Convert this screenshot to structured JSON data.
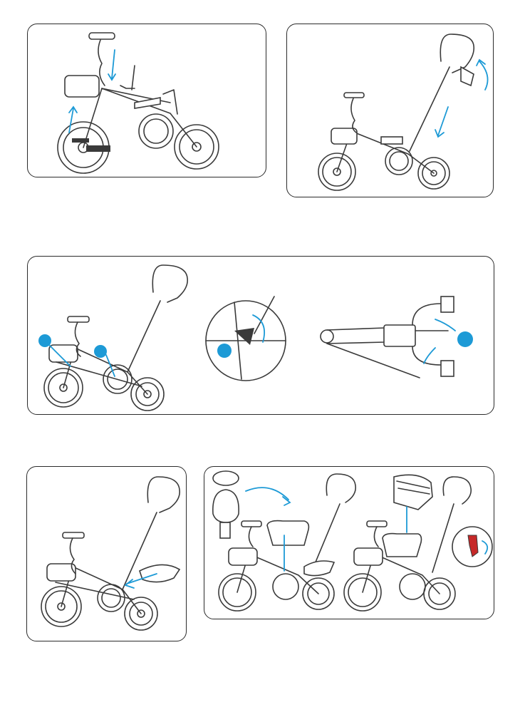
{
  "page": {
    "steps": [
      {
        "id": "step-handlebar-pedal",
        "label": ""
      },
      {
        "id": "step-push-handle",
        "label": ""
      },
      {
        "id": "step-handle-cable",
        "label": ""
      },
      {
        "id": "step-footrest-basket",
        "label": ""
      },
      {
        "id": "step-seat-canopy",
        "label": ""
      }
    ]
  },
  "colors": {
    "accent": "#1d9ad6",
    "line": "#3a3a3a",
    "lock": "#c62828"
  },
  "icons": [
    "arrow-icon",
    "rotation-arrow-icon",
    "callout-circle-icon",
    "lock-clip-icon"
  ]
}
